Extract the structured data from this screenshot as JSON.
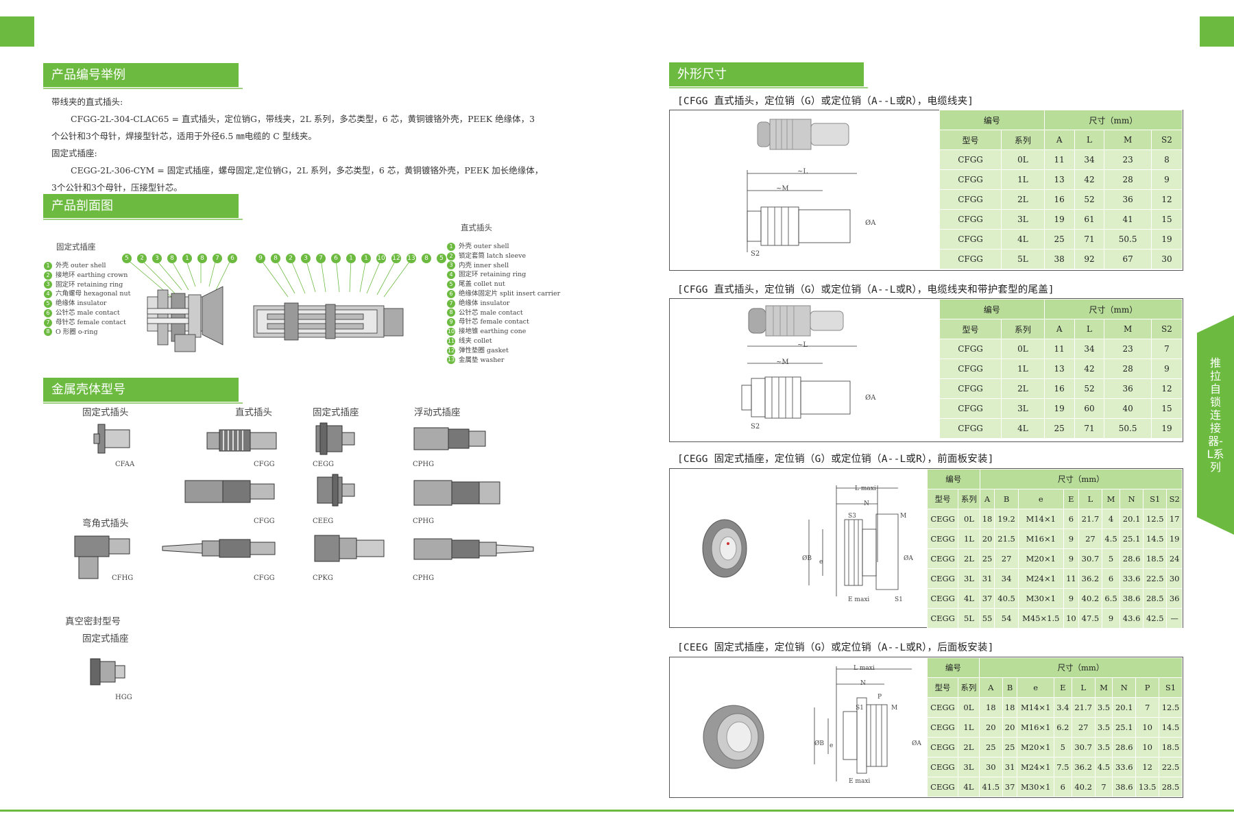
{
  "side_tab": "推拉自锁连接器-L系列",
  "left": {
    "section1": {
      "title": "产品编号举例",
      "lines": [
        "带线夹的直式插头:",
        "CFGG-2L-304-CLAC65 = 直式插头，定位销G，带线夹，2L 系列，多芯类型，6 芯，黄铜镀铬外壳，PEEK 绝缘体，3",
        "个公针和3个母针，焊接型针芯，适用于外径6.5 ㎜电缆的 C 型线夹。",
        "固定式插座:",
        "CEGG-2L-306-CYM = 固定式插座，螺母固定,定位销G，2L 系列，多芯类型，6 芯，黄铜镀铬外壳，PEEK 加长绝缘体，",
        "3个公针和3个母针，压接型针芯。"
      ]
    },
    "section2": {
      "title": "产品剖面图",
      "receptacle_label": "固定式插座",
      "plug_label": "直式插头",
      "receptacle_numbers": [
        "5",
        "2",
        "3",
        "8",
        "1",
        "8",
        "7",
        "6"
      ],
      "plug_numbers": [
        "9",
        "8",
        "2",
        "3",
        "7",
        "6",
        "1",
        "1",
        "10",
        "12",
        "13",
        "8",
        "5"
      ],
      "receptacle_legend": [
        {
          "n": "1",
          "t": "外壳 outer shell"
        },
        {
          "n": "2",
          "t": "接地环 earthing crown"
        },
        {
          "n": "3",
          "t": "固定环 retaining ring"
        },
        {
          "n": "4",
          "t": "六角螺母 hexagonal nut"
        },
        {
          "n": "5",
          "t": "绝缘体 insulator"
        },
        {
          "n": "6",
          "t": "公针芯 male contact"
        },
        {
          "n": "7",
          "t": "母针芯 female contact"
        },
        {
          "n": "8",
          "t": "O 形圈 o-ring"
        }
      ],
      "plug_legend": [
        {
          "n": "1",
          "t": "外壳 outer shell"
        },
        {
          "n": "2",
          "t": "锁定套筒 latch sleeve"
        },
        {
          "n": "3",
          "t": "内壳 inner shell"
        },
        {
          "n": "4",
          "t": "固定环 retaining ring"
        },
        {
          "n": "5",
          "t": "尾盖 collet nut"
        },
        {
          "n": "6",
          "t": "绝缘体固定片 split insert carrier"
        },
        {
          "n": "7",
          "t": "绝缘体 insulator"
        },
        {
          "n": "8",
          "t": "公针芯 male contact"
        },
        {
          "n": "9",
          "t": "母针芯 female contact"
        },
        {
          "n": "10",
          "t": "接地锥 earthing cone"
        },
        {
          "n": "11",
          "t": "线夹 collet"
        },
        {
          "n": "12",
          "t": "弹性垫圈 gasket"
        },
        {
          "n": "13",
          "t": "金属垫 washer"
        }
      ]
    },
    "section3": {
      "title": "金属壳体型号",
      "col_heads": [
        "固定式插头",
        "直式插头",
        "固定式插座",
        "浮动式插座"
      ],
      "elbow_head": "弯角式插头",
      "vacuum_head": "真空密封型号",
      "vacuum_sub": "固定式插座",
      "codes": [
        "CFAA",
        "CFGG",
        "CEGG",
        "CPHG",
        "CFGG",
        "CEEG",
        "CPHG",
        "CFHG",
        "CFGG",
        "CPKG",
        "CPHG",
        "HGG"
      ]
    }
  },
  "right": {
    "title": "外形尺寸",
    "tables": [
      {
        "heading": "[CFGG     直式插头，定位销（G）或定位销（A--L或R），电缆线夹]",
        "group_heads": [
          "编号",
          "尺寸（mm）"
        ],
        "cols": [
          "型号",
          "系列",
          "A",
          "L",
          "M",
          "S2"
        ],
        "rows": [
          [
            "CFGG",
            "0L",
            "11",
            "34",
            "23",
            "8"
          ],
          [
            "CFGG",
            "1L",
            "13",
            "42",
            "28",
            "9"
          ],
          [
            "CFGG",
            "2L",
            "16",
            "52",
            "36",
            "12"
          ],
          [
            "CFGG",
            "3L",
            "19",
            "61",
            "41",
            "15"
          ],
          [
            "CFGG",
            "4L",
            "25",
            "71",
            "50.5",
            "19"
          ],
          [
            "CFGG",
            "5L",
            "38",
            "92",
            "67",
            "30"
          ]
        ],
        "drawing_labels": [
          "~L",
          "~M",
          "ØA",
          "S2"
        ]
      },
      {
        "heading": "[CFGG     直式插头，定位销（G）或定位销（A--L或R），电缆线夹和带护套型的尾盖]",
        "group_heads": [
          "编号",
          "尺寸（mm）"
        ],
        "cols": [
          "型号",
          "系列",
          "A",
          "L",
          "M",
          "S2"
        ],
        "rows": [
          [
            "CFGG",
            "0L",
            "11",
            "34",
            "23",
            "7"
          ],
          [
            "CFGG",
            "1L",
            "13",
            "42",
            "28",
            "9"
          ],
          [
            "CFGG",
            "2L",
            "16",
            "52",
            "36",
            "12"
          ],
          [
            "CFGG",
            "3L",
            "19",
            "60",
            "40",
            "15"
          ],
          [
            "CFGG",
            "4L",
            "25",
            "71",
            "50.5",
            "19"
          ]
        ],
        "drawing_labels": [
          "~L",
          "~M",
          "ØA",
          "S2"
        ]
      },
      {
        "heading": "[CEGG     固定式插座，定位销（G）或定位销（A--L或R），前面板安装]",
        "group_heads": [
          "编号",
          "尺寸（mm）"
        ],
        "cols": [
          "型号",
          "系列",
          "A",
          "B",
          "e",
          "E",
          "L",
          "M",
          "N",
          "S1",
          "S2"
        ],
        "rows": [
          [
            "CEGG",
            "0L",
            "18",
            "19.2",
            "M14×1",
            "6",
            "21.7",
            "4",
            "20.1",
            "12.5",
            "17"
          ],
          [
            "CEGG",
            "1L",
            "20",
            "21.5",
            "M16×1",
            "9",
            "27",
            "4.5",
            "25.1",
            "14.5",
            "19"
          ],
          [
            "CEGG",
            "2L",
            "25",
            "27",
            "M20×1",
            "9",
            "30.7",
            "5",
            "28.6",
            "18.5",
            "24"
          ],
          [
            "CEGG",
            "3L",
            "31",
            "34",
            "M24×1",
            "11",
            "36.2",
            "6",
            "33.6",
            "22.5",
            "30"
          ],
          [
            "CEGG",
            "4L",
            "37",
            "40.5",
            "M30×1",
            "9",
            "40.2",
            "6.5",
            "38.6",
            "28.5",
            "36"
          ],
          [
            "CEGG",
            "5L",
            "55",
            "54",
            "M45×1.5",
            "10",
            "47.5",
            "9",
            "43.6",
            "42.5",
            "—"
          ]
        ],
        "drawing_labels": [
          "L maxi",
          "N",
          "S3",
          "M",
          "ØB",
          "e",
          "ØA",
          "E maxi",
          "S1"
        ]
      },
      {
        "heading": "[CEEG     固定式插座，定位销（G）或定位销（A--L或R），后面板安装]",
        "group_heads": [
          "编号",
          "尺寸（mm）"
        ],
        "cols": [
          "型号",
          "系列",
          "A",
          "B",
          "e",
          "E",
          "L",
          "M",
          "N",
          "P",
          "S1"
        ],
        "rows": [
          [
            "CEGG",
            "0L",
            "18",
            "18",
            "M14×1",
            "3.4",
            "21.7",
            "3.5",
            "20.1",
            "7",
            "12.5"
          ],
          [
            "CEGG",
            "1L",
            "20",
            "20",
            "M16×1",
            "6.2",
            "27",
            "3.5",
            "25.1",
            "10",
            "14.5"
          ],
          [
            "CEGG",
            "2L",
            "25",
            "25",
            "M20×1",
            "5",
            "30.7",
            "3.5",
            "28.6",
            "10",
            "18.5"
          ],
          [
            "CEGG",
            "3L",
            "30",
            "31",
            "M24×1",
            "7.5",
            "36.2",
            "4.5",
            "33.6",
            "12",
            "22.5"
          ],
          [
            "CEGG",
            "4L",
            "41.5",
            "37",
            "M30×1",
            "6",
            "40.2",
            "7",
            "38.6",
            "13.5",
            "28.5"
          ]
        ],
        "drawing_labels": [
          "L maxi",
          "N",
          "P",
          "S1",
          "M",
          "ØB",
          "e",
          "ØA",
          "E maxi"
        ]
      }
    ]
  }
}
